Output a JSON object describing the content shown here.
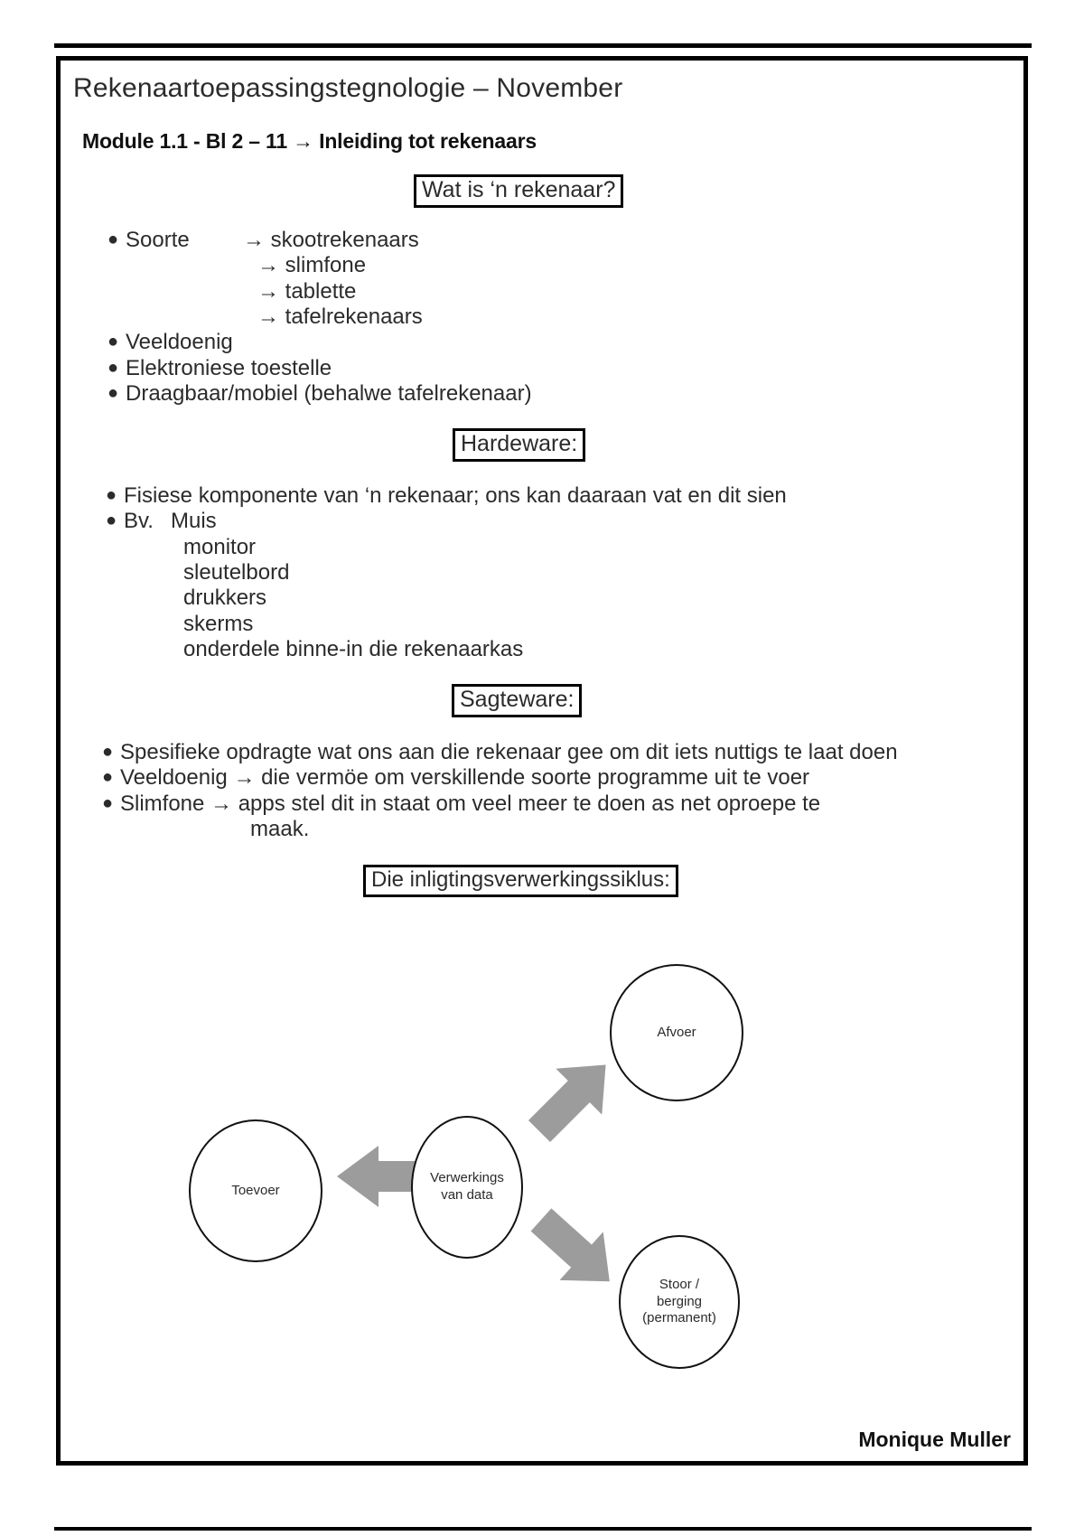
{
  "document": {
    "title": "Rekenaartoepassingstegnologie – November",
    "module_line": "Module 1.1 - Bl 2 – 11 → Inleiding tot rekenaars",
    "signature": "Monique Muller"
  },
  "sections": {
    "what_is": {
      "heading": "Wat is ‘n rekenaar?",
      "bullets": [
        {
          "label": "Soorte",
          "arrows": [
            "→ skootrekenaars",
            "→ slimfone",
            "→ tablette",
            "→ tafelrekenaars"
          ]
        },
        {
          "label": "Veeldoenig",
          "arrows": []
        },
        {
          "label": "Elektroniese toestelle",
          "arrows": []
        },
        {
          "label": "Draagbaar/mobiel (behalwe tafelrekenaar)",
          "arrows": []
        }
      ]
    },
    "hardware": {
      "heading": "Hardeware:",
      "bullets": [
        {
          "label": "Fisiese komponente van ‘n rekenaar; ons kan daaraan vat en dit sien",
          "items": []
        },
        {
          "label": "Bv.",
          "first_item": "Muis",
          "items": [
            "monitor",
            "sleutelbord",
            "drukkers",
            "skerms",
            "onderdele binne-in die rekenaarkas"
          ]
        }
      ]
    },
    "software": {
      "heading": "Sagteware:",
      "bullets": [
        "Spesifieke opdragte wat ons aan die rekenaar gee om dit iets nuttigs te laat doen",
        "Veeldoenig → die vermöe om verskillende soorte programme uit te voer",
        "Slimfone → apps stel dit in staat om veel meer te doen as net oproepe te"
      ],
      "continuation": "maak."
    },
    "cycle": {
      "heading": "Die inligtingsverwerkingssiklus:",
      "nodes": [
        {
          "id": "afvoer",
          "label": "Afvoer"
        },
        {
          "id": "toevoer",
          "label": "Toevoer"
        },
        {
          "id": "verwerkings",
          "label": "Verwerkings\nvan data"
        },
        {
          "id": "stoor",
          "label": "Stoor /\nberging\n(permanent)"
        }
      ],
      "arrows": [
        {
          "from": "verwerkings",
          "to": "afvoer"
        },
        {
          "from": "verwerkings",
          "to": "toevoer"
        },
        {
          "from": "verwerkings",
          "to": "stoor"
        }
      ]
    }
  },
  "colors": {
    "ink": "#2b2b2b",
    "rule": "#000000",
    "arrow_fill": "#9c9c9c",
    "node_stroke": "#111111"
  }
}
